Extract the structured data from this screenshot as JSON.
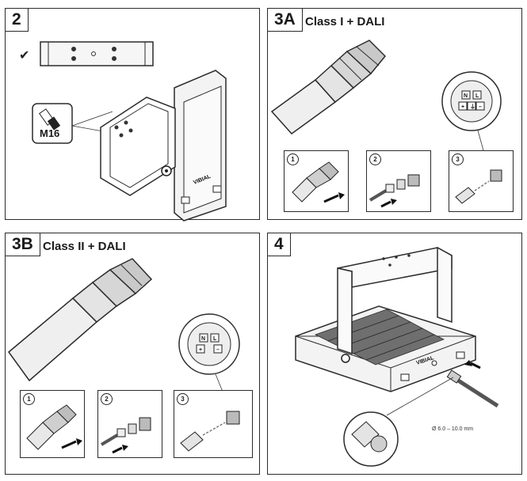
{
  "panels": {
    "p2": {
      "step": "2"
    },
    "p3a": {
      "step": "3A",
      "title": "Class I + DALI"
    },
    "p3b": {
      "step": "3B",
      "title": "Class II + DALI"
    },
    "p4": {
      "step": "4"
    }
  },
  "p2_details": {
    "tool_label": "M16",
    "checkmark": "✔"
  },
  "p3a_substeps": [
    "1",
    "2",
    "3"
  ],
  "p3b_substeps": [
    "1",
    "2",
    "3"
  ],
  "p4_details": {
    "cable_diameter": "Ø 6.0 – 10.0 mm"
  },
  "brand_text": "VIBIAL",
  "pin_labels": [
    "N",
    "L",
    "+",
    "–",
    "⏚"
  ],
  "colors": {
    "line": "#2b2b2b",
    "fill_light": "#ececec",
    "fill_mid": "#cfcfcf",
    "fill_dark": "#7a7a7a"
  }
}
